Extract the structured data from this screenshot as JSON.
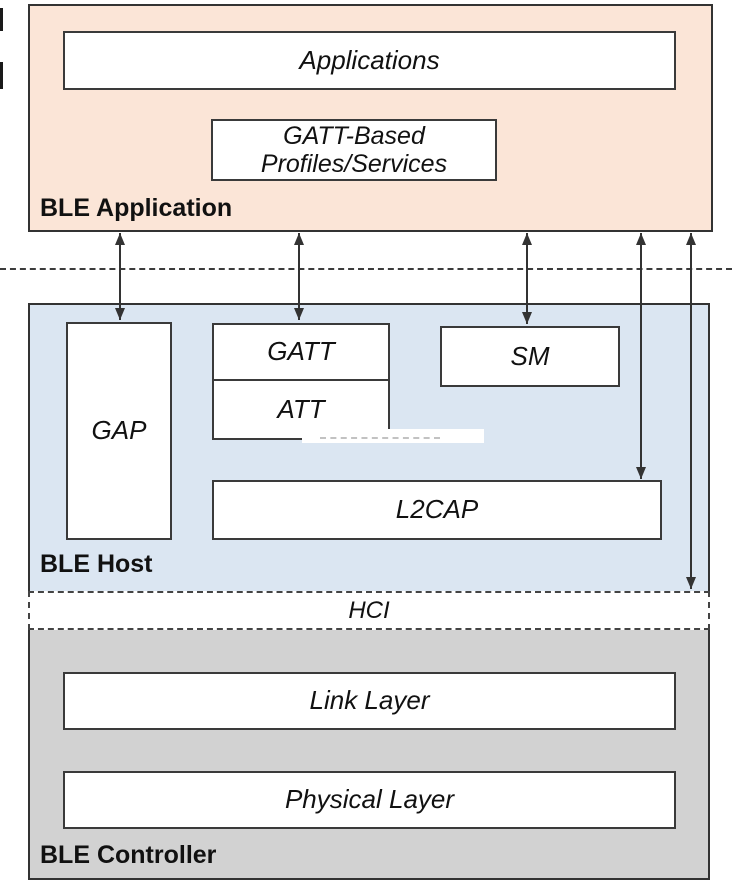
{
  "sections": {
    "application": {
      "label": "BLE Application",
      "boxes": {
        "applications": "Applications",
        "gatt_profiles": [
          "GATT-Based",
          "Profiles/Services"
        ]
      }
    },
    "host": {
      "label": "BLE Host",
      "boxes": {
        "gap": "GAP",
        "gatt": "GATT",
        "att": "ATT",
        "sm": "SM",
        "l2cap": "L2CAP"
      }
    },
    "hci": {
      "label": "HCI"
    },
    "controller": {
      "label": "BLE Controller",
      "boxes": {
        "link_layer": "Link Layer",
        "physical_layer": "Physical Layer"
      }
    }
  },
  "colors": {
    "application_bg": "#fbe5d7",
    "host_bg": "#dbe6f2",
    "controller_bg": "#d2d2d2",
    "box_bg": "#ffffff",
    "border": "#333333",
    "arrow": "#333333",
    "text": "#111111"
  }
}
